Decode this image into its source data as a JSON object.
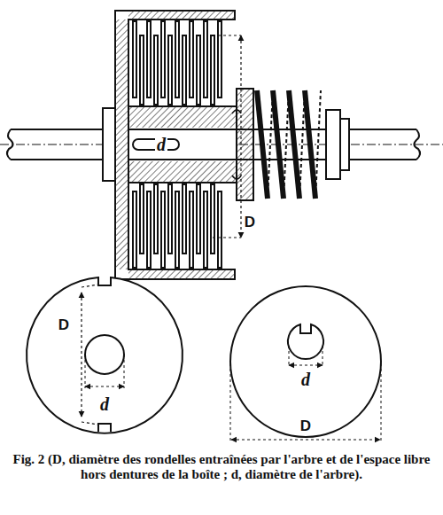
{
  "diagram": {
    "caption": "Fig. 2 (D, diamètre des rondelles entraînées par l'arbre et de l'espace libre hors dentures de la boîte ; d, diamètre de l'arbre).",
    "labels": [
      "d",
      "D",
      "D",
      "d",
      "d",
      "D"
    ]
  }
}
